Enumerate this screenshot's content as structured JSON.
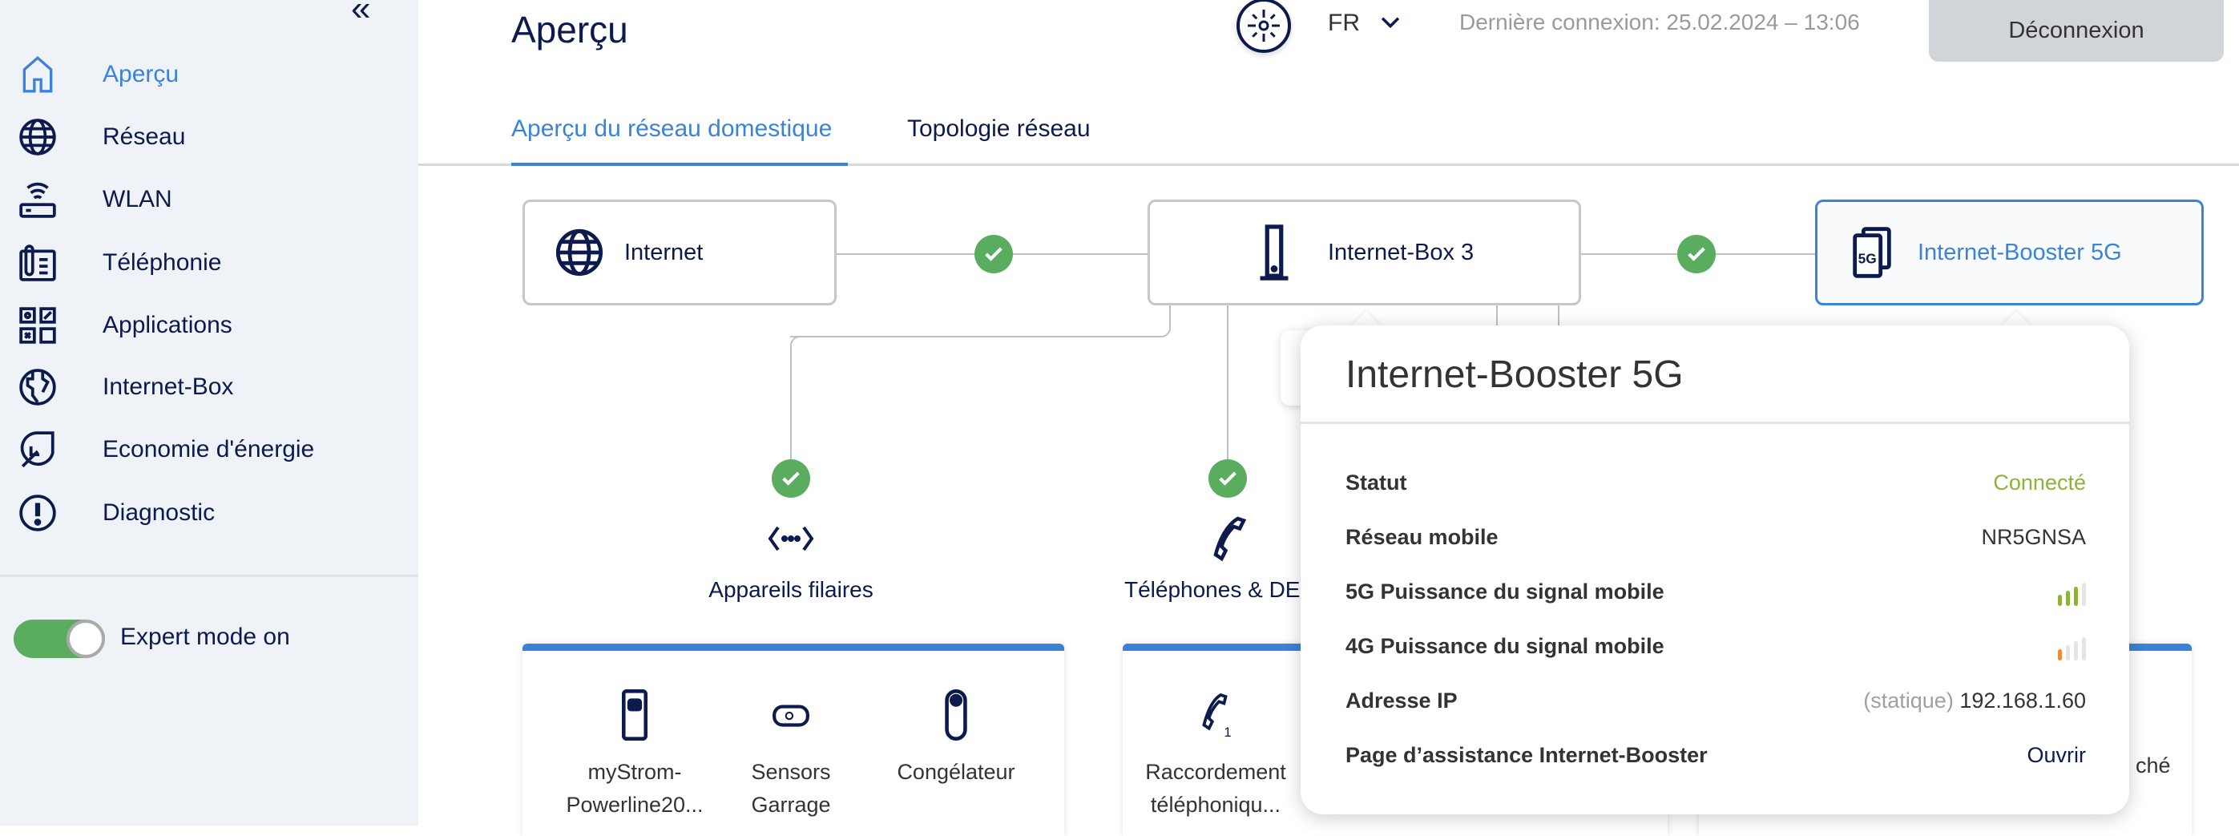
{
  "sidebar": {
    "collapse_icon": "double-chevron-left",
    "items": [
      {
        "label": "Aperçu",
        "icon": "home-icon",
        "active": true
      },
      {
        "label": "Réseau",
        "icon": "globe-icon"
      },
      {
        "label": "WLAN",
        "icon": "wifi-router-icon"
      },
      {
        "label": "Téléphonie",
        "icon": "phone-icon"
      },
      {
        "label": "Applications",
        "icon": "apps-icon"
      },
      {
        "label": "Internet-Box",
        "icon": "internet-box-icon"
      },
      {
        "label": "Economie d'énergie",
        "icon": "leaf-icon"
      },
      {
        "label": "Diagnostic",
        "icon": "alert-icon"
      }
    ],
    "expert_mode": {
      "label": "Expert mode on",
      "on": true
    }
  },
  "header": {
    "title": "Aperçu",
    "language": "FR",
    "last_login": "Dernière connexion: 25.02.2024 – 13:06",
    "logout": "Déconnexion"
  },
  "tabs": [
    {
      "label": "Aperçu du réseau domestique",
      "active": true
    },
    {
      "label": "Topologie réseau"
    }
  ],
  "topology": {
    "nodes": {
      "internet": "Internet",
      "box": "Internet-Box 3",
      "booster": "Internet-Booster 5G",
      "booster_badge": "5G"
    },
    "groups": [
      {
        "label": "Appareils filaires"
      },
      {
        "label": "Téléphones & DE"
      }
    ],
    "cards": {
      "wired": [
        {
          "label": "myStrom-Powerline20..."
        },
        {
          "label": "Sensors Garrage"
        },
        {
          "label": "Congélateur"
        }
      ],
      "phones": [
        {
          "label": "Raccordement téléphoniqu...",
          "badge": "1"
        }
      ],
      "third_partial": "ché"
    }
  },
  "popover": {
    "title": "Internet-Booster 5G",
    "rows": [
      {
        "label": "Statut",
        "value": "Connecté"
      },
      {
        "label": "Réseau mobile",
        "value": "NR5GNSA"
      },
      {
        "label": "5G Puissance du signal mobile",
        "bars": 3,
        "max": 4,
        "color": "#8db33a"
      },
      {
        "label": "4G Puissance du signal mobile",
        "bars": 1,
        "max": 4,
        "color": "#ee8c3a"
      },
      {
        "label": "Adresse IP",
        "prefix": "(statique)",
        "value": "192.168.1.60"
      },
      {
        "label": "Page d’assistance Internet-Booster",
        "value": "Ouvrir"
      }
    ]
  },
  "colors": {
    "accent": "#3b82d9",
    "navy": "#0c1a4e",
    "ok": "#5aad5f",
    "connected": "#8db33a"
  }
}
